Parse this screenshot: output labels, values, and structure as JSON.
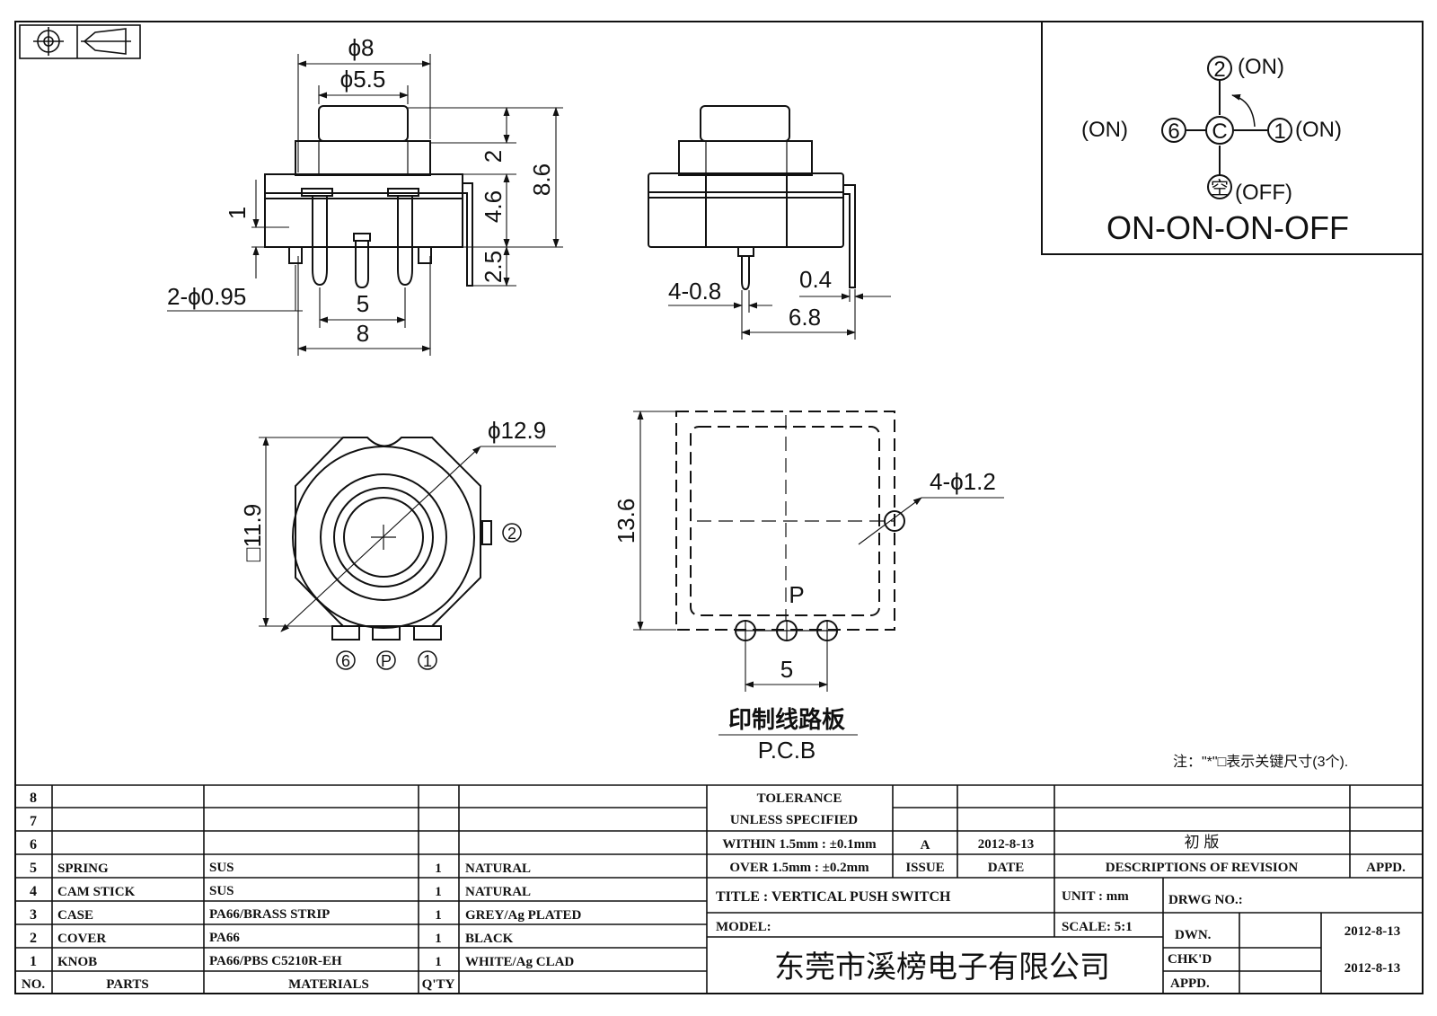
{
  "views": {
    "front": {
      "d_outer": "ϕ8",
      "d_inner": "ϕ5.5",
      "h_knob": "2",
      "h_body": "4.6",
      "h_total": "8.6",
      "h_pin": "2.5",
      "pin_label": "1",
      "holes": "2-ϕ0.95",
      "pitch": "5",
      "width": "8"
    },
    "side": {
      "pin_w": "4-0.8",
      "tab": "0.4",
      "depth": "6.8"
    },
    "top": {
      "diameter": "ϕ12.9",
      "square": "□11.9",
      "term_right": "2",
      "term_bottom": [
        "6",
        "P",
        "1"
      ]
    },
    "pcb": {
      "height": "13.6",
      "holes": "4-ϕ1.2",
      "pin_p": "P",
      "pitch": "5",
      "label_cn": "印制线路板",
      "label_en": "P.C.B"
    }
  },
  "schematic": {
    "pos2": "2",
    "pos2_state": "(ON)",
    "pos6": "6",
    "pos6_state": "(ON)",
    "pos1": "1",
    "pos1_state": "(ON)",
    "center": "C",
    "posoff": "空",
    "posoff_state": "(OFF)",
    "sequence": "ON-ON-ON-OFF"
  },
  "note": "注：\"*\"□表示关键尺寸(3个).",
  "parts_table": {
    "header": {
      "no": "NO.",
      "parts": "PARTS",
      "materials": "MATERIALS",
      "qty": "Q'TY"
    },
    "rows": [
      {
        "no": "8",
        "part": "",
        "material": "",
        "qty": "",
        "finish": ""
      },
      {
        "no": "7",
        "part": "",
        "material": "",
        "qty": "",
        "finish": ""
      },
      {
        "no": "6",
        "part": "",
        "material": "",
        "qty": "",
        "finish": ""
      },
      {
        "no": "5",
        "part": "SPRING",
        "material": "SUS",
        "qty": "1",
        "finish": "NATURAL"
      },
      {
        "no": "4",
        "part": "CAM STICK",
        "material": "SUS",
        "qty": "1",
        "finish": "NATURAL"
      },
      {
        "no": "3",
        "part": "CASE",
        "material": "PA66/BRASS STRIP",
        "qty": "1",
        "finish": "GREY/Ag PLATED"
      },
      {
        "no": "2",
        "part": "COVER",
        "material": "PA66",
        "qty": "1",
        "finish": "BLACK"
      },
      {
        "no": "1",
        "part": "KNOB",
        "material": "PA66/PBS C5210R-EH",
        "qty": "1",
        "finish": "WHITE/Ag CLAD"
      }
    ]
  },
  "title_block": {
    "tol_1": "TOLERANCE",
    "tol_2": "UNLESS SPECIFIED",
    "tol_3": "WITHIN 1.5mm : ±0.1mm",
    "tol_4": "OVER 1.5mm : ±0.2mm",
    "rev_issue": "A",
    "rev_date": "2012-8-13",
    "rev_desc": "初 版",
    "h_issue": "ISSUE",
    "h_date": "DATE",
    "h_desc": "DESCRIPTIONS OF REVISION",
    "h_appd": "APPD.",
    "title": "TITLE : VERTICAL PUSH SWITCH",
    "unit": "UNIT : mm",
    "drwg": "DRWG NO.:",
    "model": "MODEL:",
    "scale": "SCALE: 5:1",
    "dwn": "DWN.",
    "dwn_date": "2012-8-13",
    "chkd": "CHK'D",
    "chk_date": "2012-8-13",
    "appd": "APPD.",
    "company": "东莞市溪榜电子有限公司"
  }
}
